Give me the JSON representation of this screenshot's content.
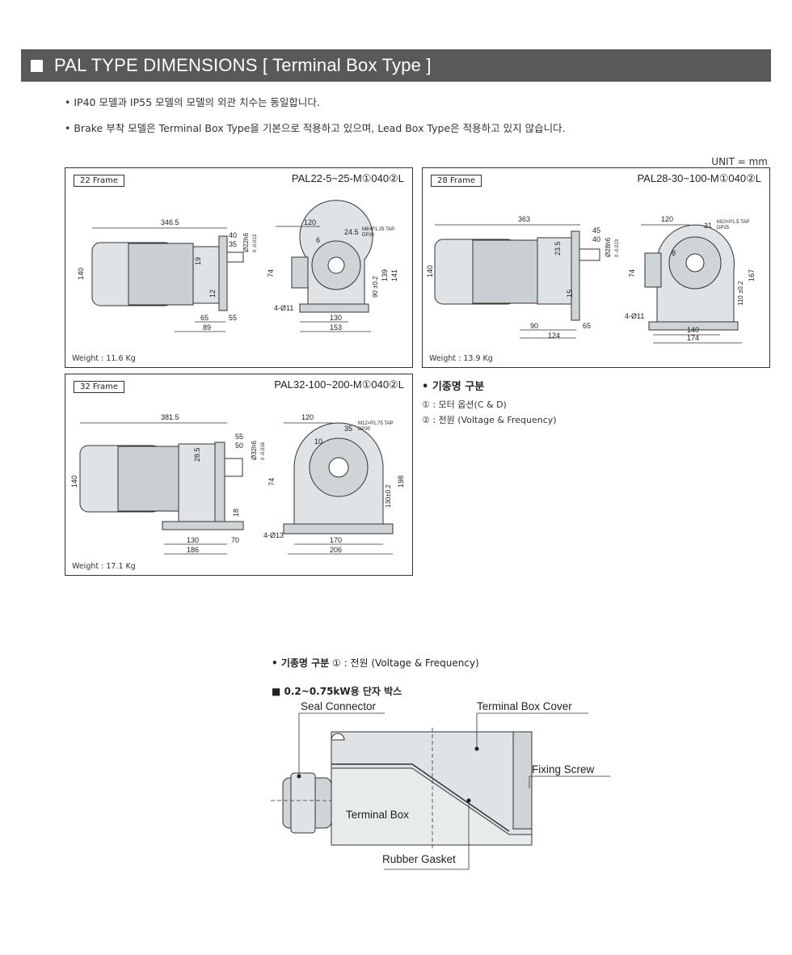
{
  "header": {
    "title": "PAL TYPE DIMENSIONS [ Terminal Box Type ]"
  },
  "notes": [
    "IP40 모델과 IP55 모델의 모델의 외관 치수는 동일합니다.",
    "Brake 부착 모델은 Terminal Box Type을 기본으로 적용하고 있으며, Lead Box Type은 적용하고 있지 않습니다."
  ],
  "unit": "UNIT = mm",
  "panels": [
    {
      "frame": "22 Frame",
      "model": "PAL22-5~25-M①040②L",
      "weight": "Weight : 11.6 Kg",
      "dims": {
        "length": "346.5",
        "d40": "40",
        "d35": "35",
        "shaft": "Ø22h6",
        "tol": "0 -0.013",
        "height": "140",
        "d19": "19",
        "d12": "12",
        "d65": "65",
        "d55": "55",
        "d89": "89",
        "w120": "120",
        "d24_5": "24.5",
        "tap": "M8×P1.25 TAP",
        "dp": "DP20",
        "d6": "6",
        "d74": "74",
        "h90": "90 ±0.2",
        "h139": "139",
        "h141": "141",
        "hole": "4-Ø11",
        "w130": "130",
        "w153": "153"
      }
    },
    {
      "frame": "28 Frame",
      "model": "PAL28-30~100-M①040②L",
      "weight": "Weight : 13.9 Kg",
      "dims": {
        "length": "363",
        "d45": "45",
        "d40": "40",
        "shaft": "Ø28h6",
        "tol": "0 -0.013",
        "height": "140",
        "d23_5": "23.5",
        "d15": "15",
        "d90": "90",
        "d65": "65",
        "d124": "124",
        "w120": "120",
        "d31": "31",
        "tap": "M10×P1.5 TAP",
        "dp": "DP25",
        "d8": "8",
        "d74": "74",
        "h110": "110 ±0.2",
        "h167": "167",
        "hole": "4-Ø11",
        "w140": "140",
        "w174": "174"
      }
    },
    {
      "frame": "32 Frame",
      "model": "PAL32-100~200-M①040②L",
      "weight": "Weight : 17.1 Kg",
      "dims": {
        "length": "381.5",
        "d55": "55",
        "d50": "50",
        "shaft": "Ø32h6",
        "tol": "0 -0.016",
        "height": "140",
        "d28_5": "28.5",
        "d18": "18",
        "d130": "130",
        "d70": "70",
        "d186": "186",
        "w120": "120",
        "d35": "35",
        "tap": "M12×P1.75 TAP",
        "dp": "DP30",
        "d10": "10",
        "d74": "74",
        "h130": "130±0.2",
        "h198": "198",
        "hole": "4-Ø13",
        "w170": "170",
        "w206": "206"
      }
    }
  ],
  "legend": {
    "title": "• 기종명 구분",
    "lines": [
      "① : 모터 옵션(C & D)",
      "② : 전원 (Voltage & Frequency)"
    ]
  },
  "terminal_box": {
    "note_bold": "• 기종명 구분",
    "note_rest": " ① : 전원 (Voltage & Frequency)",
    "title": "■ 0.2~0.75kW용 단자 박스",
    "labels": {
      "seal": "Seal Connector",
      "cover": "Terminal Box Cover",
      "screw": "Fixing Screw",
      "box": "Terminal Box",
      "gasket": "Rubber Gasket"
    }
  }
}
